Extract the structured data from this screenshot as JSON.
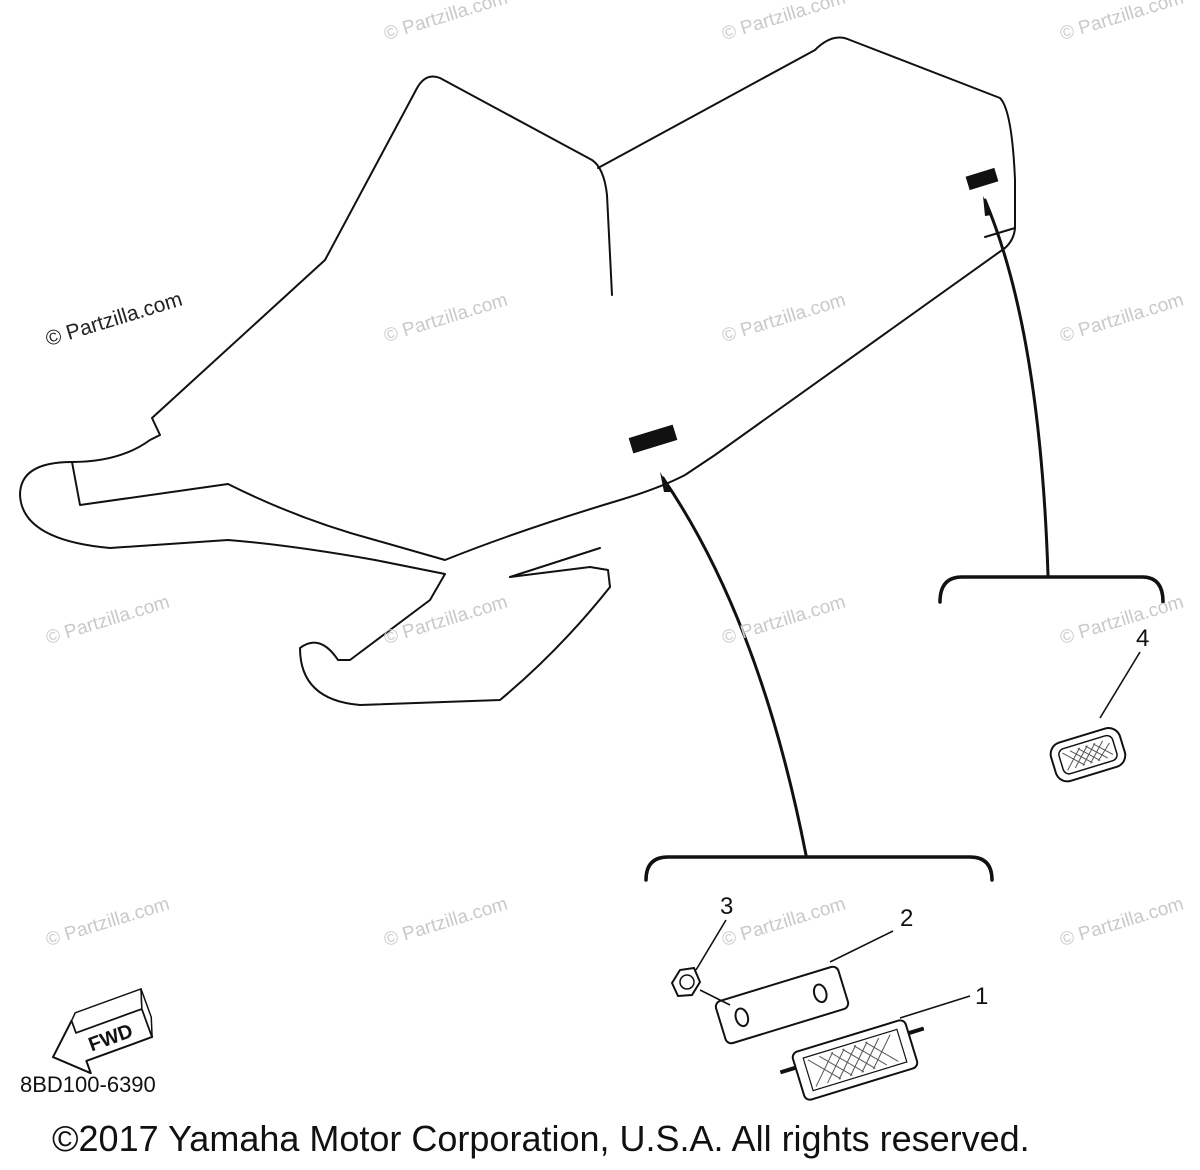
{
  "watermark": {
    "text": "© Partzilla.com",
    "featured": "© Partzilla.com"
  },
  "callouts": [
    {
      "number": "1",
      "part": "reflector"
    },
    {
      "number": "2",
      "part": "reflector-bracket"
    },
    {
      "number": "3",
      "part": "nut"
    },
    {
      "number": "4",
      "part": "reflector"
    }
  ],
  "fwd_arrow": {
    "label": "FWD",
    "icon": "fwd-arrow-icon"
  },
  "diagram_code": "8BD100-6390",
  "copyright": "©2017 Yamaha Motor Corporation, U.S.A. All rights reserved.",
  "colors": {
    "line": "#111111",
    "watermark": "#c9c9c9",
    "background": "#ffffff"
  }
}
